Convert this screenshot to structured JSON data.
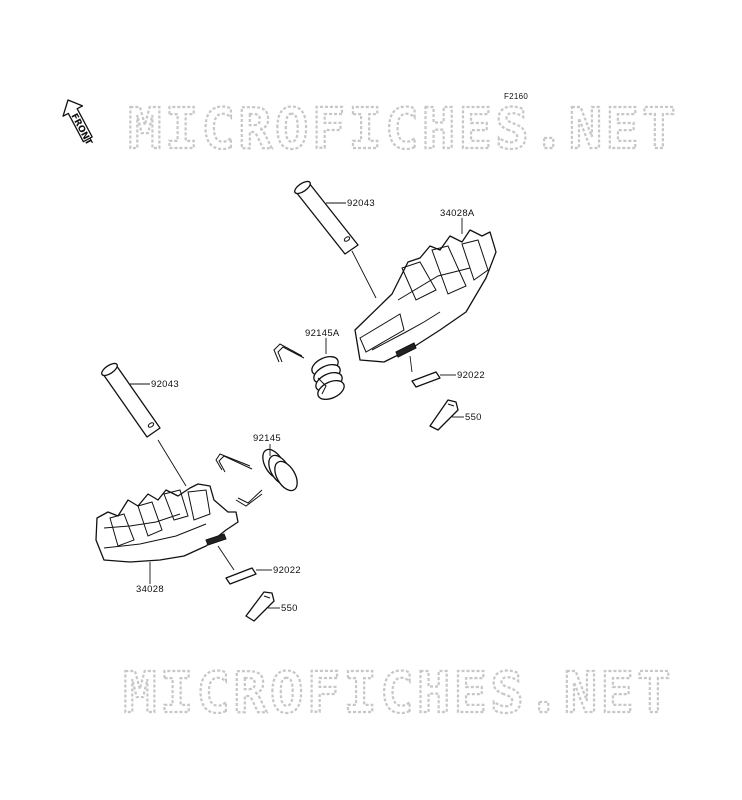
{
  "diagram": {
    "code": "F2160",
    "watermark": "MICROFICHES.NET",
    "front_badge": "FRONT",
    "parts": {
      "pin_right": "92043",
      "footpeg_right": "34028A",
      "spring_right": "92145A",
      "washer_right": "92022",
      "cotter_right": "550",
      "pin_left": "92043",
      "spring_left": "92145",
      "footpeg_left": "34028",
      "washer_left": "92022",
      "cotter_left": "550"
    }
  }
}
